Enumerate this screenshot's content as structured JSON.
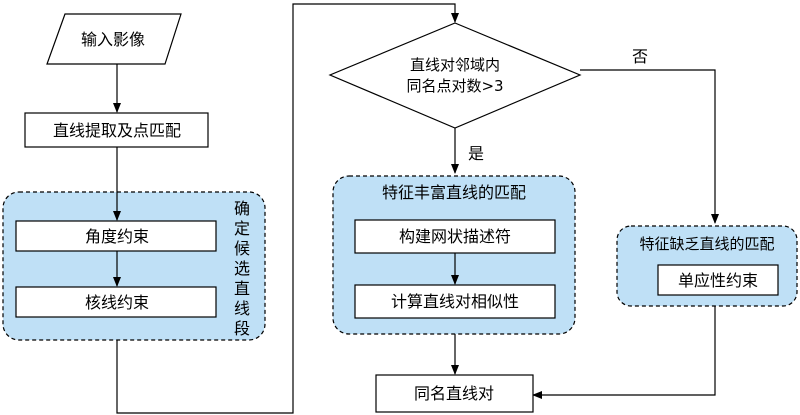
{
  "flowchart": {
    "input": "输入影像",
    "line_extract": "直线提取及点匹配",
    "group_left": {
      "vertical_label": [
        "确",
        "定",
        "候",
        "选",
        "直",
        "线",
        "段"
      ],
      "angle": "角度约束",
      "epipolar": "核线约束"
    },
    "decision": {
      "line1": "直线对邻域内",
      "line2": "同名点对数>3"
    },
    "yes_label": "是",
    "no_label": "否",
    "group_rich": {
      "title": "特征丰富直线的匹配",
      "mesh": "构建网状描述符",
      "similarity": "计算直线对相似性"
    },
    "group_poor": {
      "title": "特征缺乏直线的匹配",
      "homography": "单应性约束"
    },
    "output": "同名直线对"
  },
  "colors": {
    "group_fill": "#bfe0f6",
    "stroke": "#000000"
  }
}
